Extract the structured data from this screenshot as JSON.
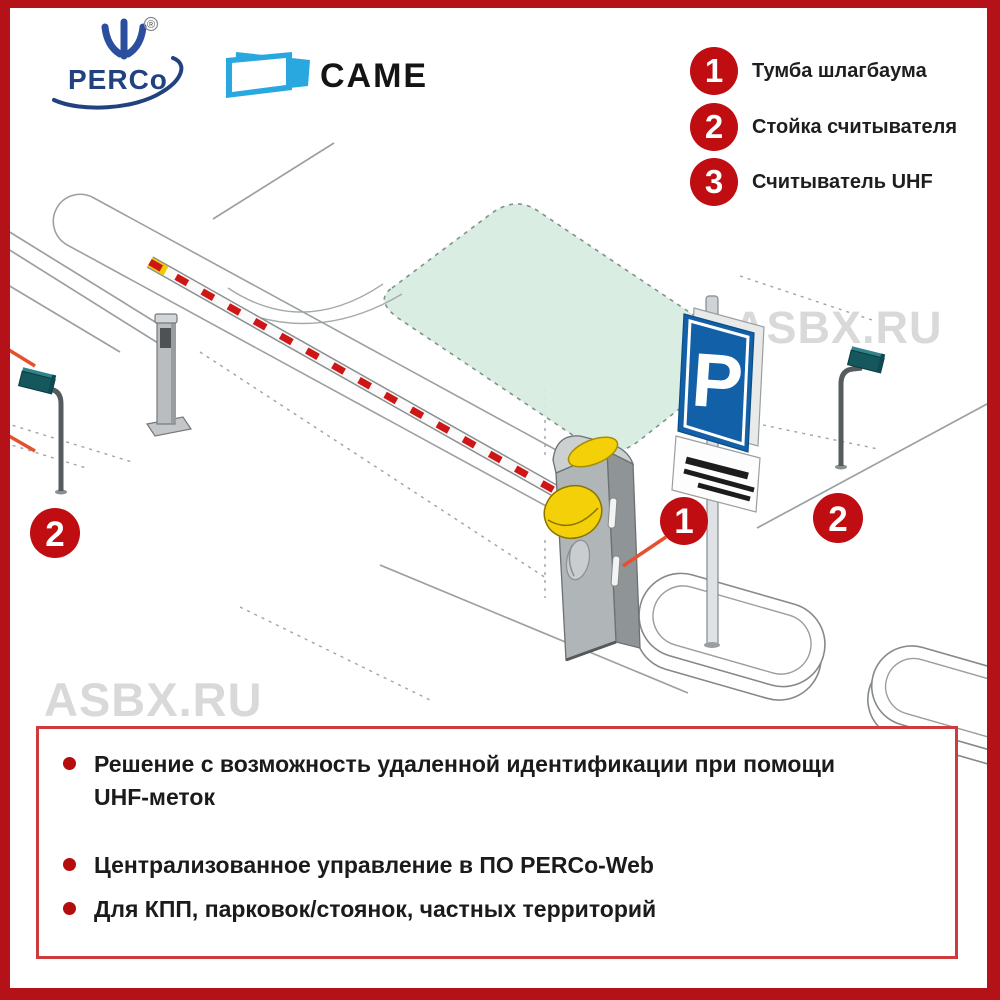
{
  "brand": {
    "perco": "PERCo",
    "perco_reg": "®",
    "came": "CAME"
  },
  "legend": {
    "items": [
      {
        "number": "1",
        "label": "Тумба шлагбаума"
      },
      {
        "number": "2",
        "label": "Стойка считывателя"
      },
      {
        "number": "3",
        "label": "Считыватель UHF"
      }
    ]
  },
  "diagram": {
    "parking_sign_letter": "P",
    "watermark": "ASBX.RU",
    "markers": {
      "barrier_cabinet": "1",
      "reader_stand_left": "2",
      "reader_stand_right": "2"
    }
  },
  "features": {
    "bullets": [
      "Решение с возможность удаленной идентификации при помощи UHF-меток",
      "Централизованное управление в ПО PERCo-Web",
      "Для КПП, парковок/стоянок, частных территорий"
    ]
  },
  "colors": {
    "frame_red": "#b41218",
    "marker_red": "#bf0d11",
    "box_border_red": "#cd3b3c",
    "bullet_red": "#b50d0d",
    "sign_blue": "#1261a8",
    "came_blue": "#29a8e0",
    "perco_navy": "#21417f",
    "zone_green": "#d7ecdf",
    "cabinet_yellow": "#f3d008",
    "reader_teal": "#14575d",
    "watermark_gray": "#d9d9d9"
  }
}
